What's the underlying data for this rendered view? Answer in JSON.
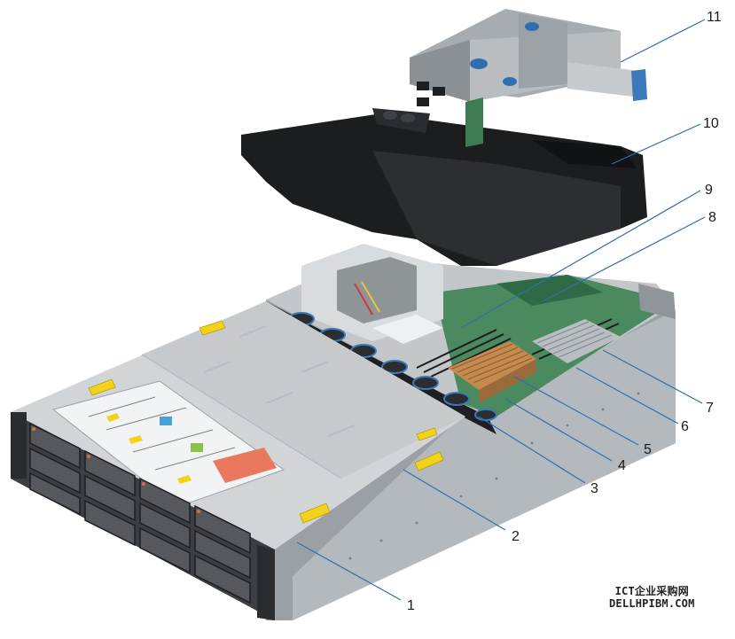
{
  "figure": {
    "description_free": true,
    "callouts": [
      "1",
      "2",
      "3",
      "4",
      "5",
      "6",
      "7",
      "8",
      "9",
      "10",
      "11"
    ]
  },
  "watermark": {
    "line1": "ICT企业采购网",
    "line2": "DELLHPIBM.COM"
  },
  "colors": {
    "chassis_light": "#d7dadc",
    "chassis_mid": "#a9aeb2",
    "chassis_dark": "#6e7479",
    "shroud_black": "#1c1d1f",
    "fan_blue": "#3c79b8",
    "label_yellow": "#f3d21a",
    "leader_blue": "#2f6fb0",
    "heatsink_copper": "#c58a4e",
    "board_green": "#3e7d54"
  }
}
